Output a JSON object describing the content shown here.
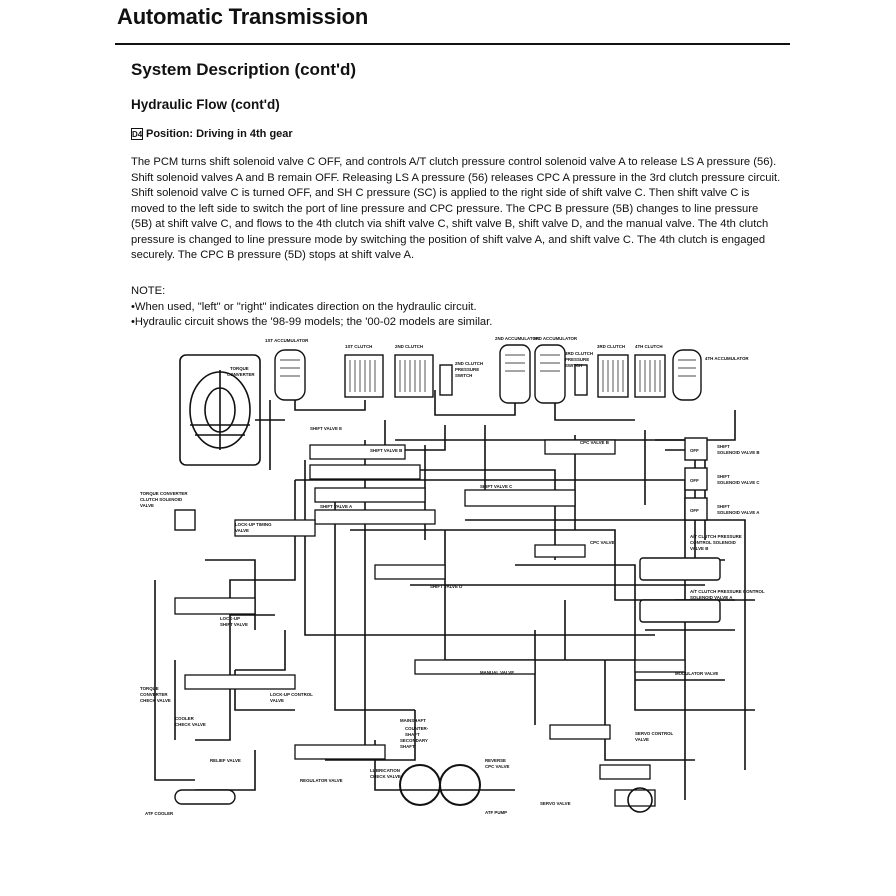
{
  "page_title": "Automatic Transmission",
  "section_title": "System Description (cont'd)",
  "subsection_title": "Hydraulic Flow (cont'd)",
  "position": {
    "badge": "D4",
    "label": "Position: Driving in 4th gear"
  },
  "paragraph": "The PCM turns shift solenoid valve C OFF, and controls A/T clutch pressure control solenoid valve A to release LS A pressure (56). Shift solenoid valves A and B remain OFF. Releasing LS A pressure (56) releases CPC A pressure in the 3rd clutch pressure circuit. Shift solenoid valve C is turned OFF, and SH C pressure (SC) is applied to the right side of shift valve C. Then shift valve C is moved to the left side to switch the port of line pressure and CPC pressure. The CPC B pressure (5B) changes to line pressure (5B) at shift valve C, and flows to the 4th clutch via shift valve C, shift valve B, shift valve D, and the manual valve. The 4th clutch pressure is changed to line pressure mode by switching the position of shift valve A, and shift valve C. The 4th clutch is engaged securely. The CPC B pressure (5D) stops at shift valve A.",
  "note": {
    "label": "NOTE:",
    "items": [
      "When used, \"left\" or \"right\" indicates direction on the hydraulic circuit.",
      "Hydraulic circuit shows the '98-99 models; the '00-02 models are similar."
    ]
  },
  "diagram": {
    "labels": {
      "acc1": "1ST ACCUMULATOR",
      "cl1": "1ST CLUTCH",
      "cl2": "2ND CLUTCH",
      "acc2": "2ND ACCUMULATOR",
      "acc3": "3RD ACCUMULATOR",
      "cl3": "3RD CLUTCH",
      "cl4": "4TH CLUTCH",
      "acc4": "4TH ACCUMULATOR",
      "torque_converter_1": "TORQUE",
      "torque_converter_2": "CONVERTER",
      "ps2_1": "2ND CLUTCH",
      "ps2_2": "PRESSURE",
      "ps2_3": "SWITCH",
      "ps3_1": "3RD CLUTCH",
      "ps3_2": "PRESSURE",
      "ps3_3": "SWITCH",
      "shift_valve_e": "SHIFT VALVE E",
      "shift_valve_b": "SHIFT VALVE B",
      "cpc_valve_b": "CPC VALVE B",
      "ssv_b_1": "SHIFT",
      "ssv_b_2": "SOLENOID VALVE B",
      "ssv_c_1": "SHIFT",
      "ssv_c_2": "SOLENOID VALVE C",
      "ssv_a_1": "SHIFT",
      "ssv_a_2": "SOLENOID VALVE A",
      "off": "OFF",
      "tc_sol_1": "TORQUE CONVERTER",
      "tc_sol_2": "CLUTCH SOLENOID",
      "tc_sol_3": "VALVE",
      "shift_valve_c": "SHIFT VALVE C",
      "shift_valve_a": "SHIFT VALVE A",
      "lockup_timing_1": "LOCK-UP TIMING",
      "lockup_timing_2": "VALVE",
      "cpc_valve_a": "CPC VALVE",
      "atc_b_1": "A/T CLUTCH PRESSURE",
      "atc_b_2": "CONTROL SOLENOID",
      "atc_b_3": "VALVE B",
      "shift_valve_d": "SHIFT VALVE D",
      "atc_a_1": "A/T CLUTCH PRESSURE CONTROL",
      "atc_a_2": "SOLENOID VALVE A",
      "lockup_shift_1": "LOCK-UP",
      "lockup_shift_2": "SHIFT VALVE",
      "tc_check_1": "TORQUE",
      "tc_check_2": "CONVERTER",
      "tc_check_3": "CHECK VALVE",
      "lockup_control_1": "LOCK-UP CONTROL",
      "lockup_control_2": "VALVE",
      "manual_valve": "MANUAL VALVE",
      "modulator_valve": "MODULATOR VALVE",
      "cooler_check_1": "COOLER",
      "cooler_check_2": "CHECK VALVE",
      "mainshaft": "MAINSHAFT",
      "countershaft_1": "COUNTER-",
      "countershaft_2": "SHAFT",
      "secondary_shaft_1": "SECONDARY",
      "secondary_shaft_2": "SHAFT",
      "servo_control": "SERVO CONTROL",
      "servo_control_2": "VALVE",
      "relief_valve": "RELIEF VALVE",
      "regulator_valve": "REGULATOR VALVE",
      "lubrication_1": "LUBRICATION",
      "lubrication_2": "CHECK VALVE",
      "reverse_cpc_1": "REVERSE",
      "reverse_cpc_2": "CPC VALVE",
      "servo_valve": "SERVO VALVE",
      "atf_cooler": "ATF COOLER",
      "atf_pump": "ATF PUMP"
    }
  }
}
